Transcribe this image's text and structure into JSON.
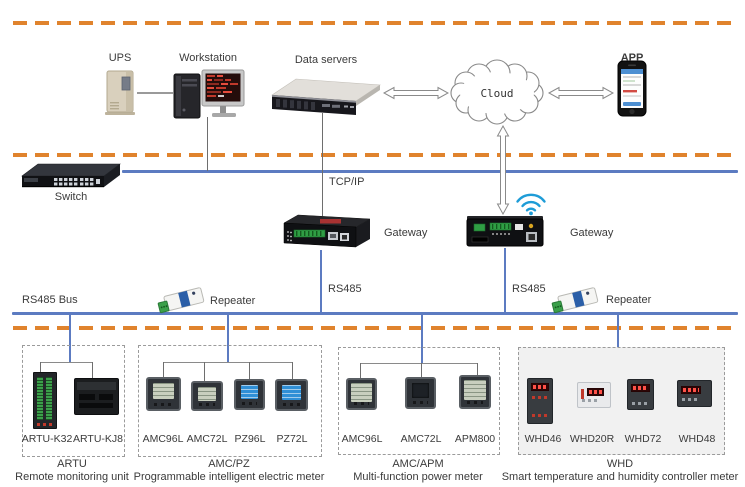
{
  "labels": {
    "ups": "UPS",
    "workstation": "Workstation",
    "data_servers": "Data servers",
    "cloud": "Cloud",
    "app": "APP",
    "switch": "Switch",
    "tcpip": "TCP/IP",
    "gateway_left": "Gateway",
    "gateway_right": "Gateway",
    "rs485_left": "RS485",
    "rs485_right": "RS485",
    "rs485_bus": "RS485 Bus",
    "repeater_left": "Repeater",
    "repeater_right": "Repeater"
  },
  "groups": [
    {
      "name": "ARTU",
      "description": "Remote monitoring unit",
      "devices": [
        "ARTU-K32",
        "ARTU-KJ8"
      ]
    },
    {
      "name": "AMC/PZ",
      "description": "Programmable intelligent electric meter",
      "devices": [
        "AMC96L",
        "AMC72L",
        "PZ96L",
        "PZ72L"
      ]
    },
    {
      "name": "AMC/APM",
      "description": "Multi-function power meter",
      "devices": [
        "AMC96L",
        "AMC72L",
        "APM800"
      ]
    },
    {
      "name": "WHD",
      "description": "Smart temperature and humidity controller meter",
      "devices": [
        "WHD46",
        "WHD20R",
        "WHD72",
        "WHD48"
      ]
    }
  ],
  "colors": {
    "accent_orange": "#E0832D",
    "line_blue": "#5C7BC1",
    "wifi_blue": "#1E9CD7",
    "terminal_green": "#2F9E44",
    "led_red": "#FF5148",
    "lcd_pale": "#C8CFBE",
    "lcd_blue": "#2F8FD6"
  }
}
